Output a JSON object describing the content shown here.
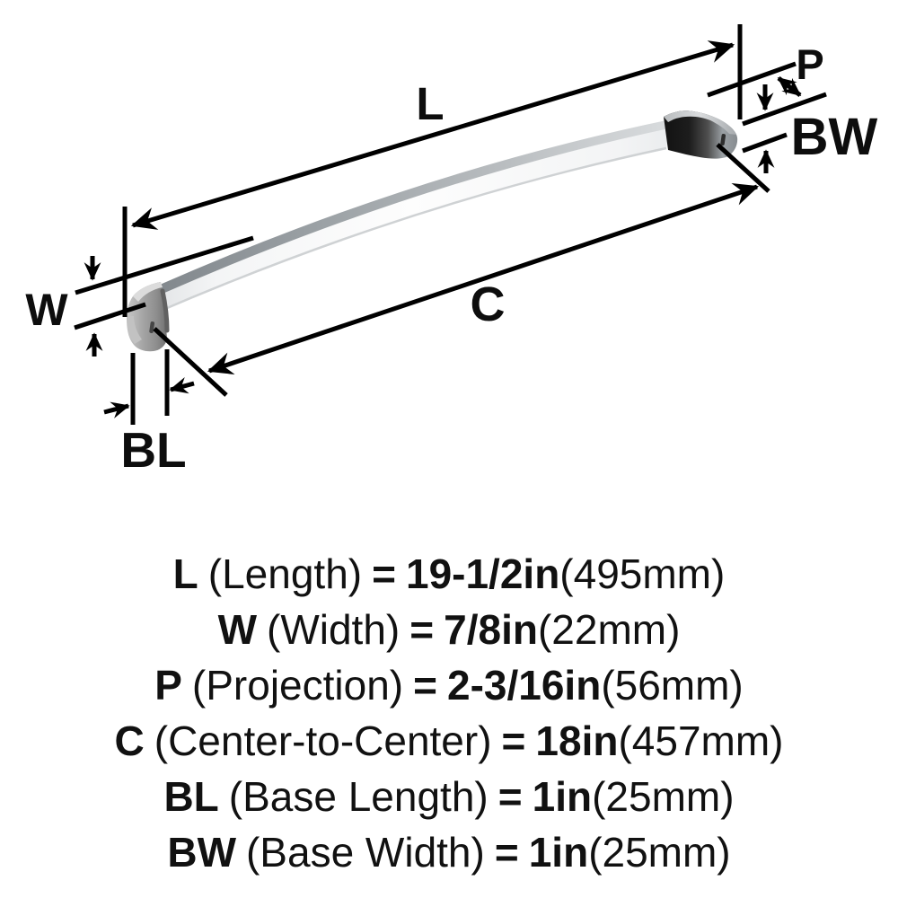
{
  "diagram": {
    "callouts": {
      "length": "L",
      "width": "W",
      "projection": "P",
      "center_to_center": "C",
      "base_length": "BL",
      "base_width": "BW"
    }
  },
  "specs": [
    {
      "code": "L",
      "label": "(Length)",
      "eq": "=",
      "imperial": "19-1/2in",
      "metric": "(495mm)"
    },
    {
      "code": "W",
      "label": "(Width)",
      "eq": "=",
      "imperial": "7/8in",
      "metric": "(22mm)"
    },
    {
      "code": "P",
      "label": "(Projection)",
      "eq": "=",
      "imperial": "2-3/16in",
      "metric": "(56mm)"
    },
    {
      "code": "C",
      "label": "(Center-to-Center)",
      "eq": "=",
      "imperial": "18in",
      "metric": "(457mm)"
    },
    {
      "code": "BL",
      "label": "(Base Length)",
      "eq": "=",
      "imperial": "1in",
      "metric": "(25mm)"
    },
    {
      "code": "BW",
      "label": "(Base Width)",
      "eq": "=",
      "imperial": "1in",
      "metric": "(25mm)"
    }
  ],
  "colors": {
    "background": "#ffffff",
    "ink": "#000000",
    "chrome_light": "#fdfdfd",
    "chrome_mid": "#b7bbbe",
    "chrome_dark": "#1c1c1c"
  }
}
